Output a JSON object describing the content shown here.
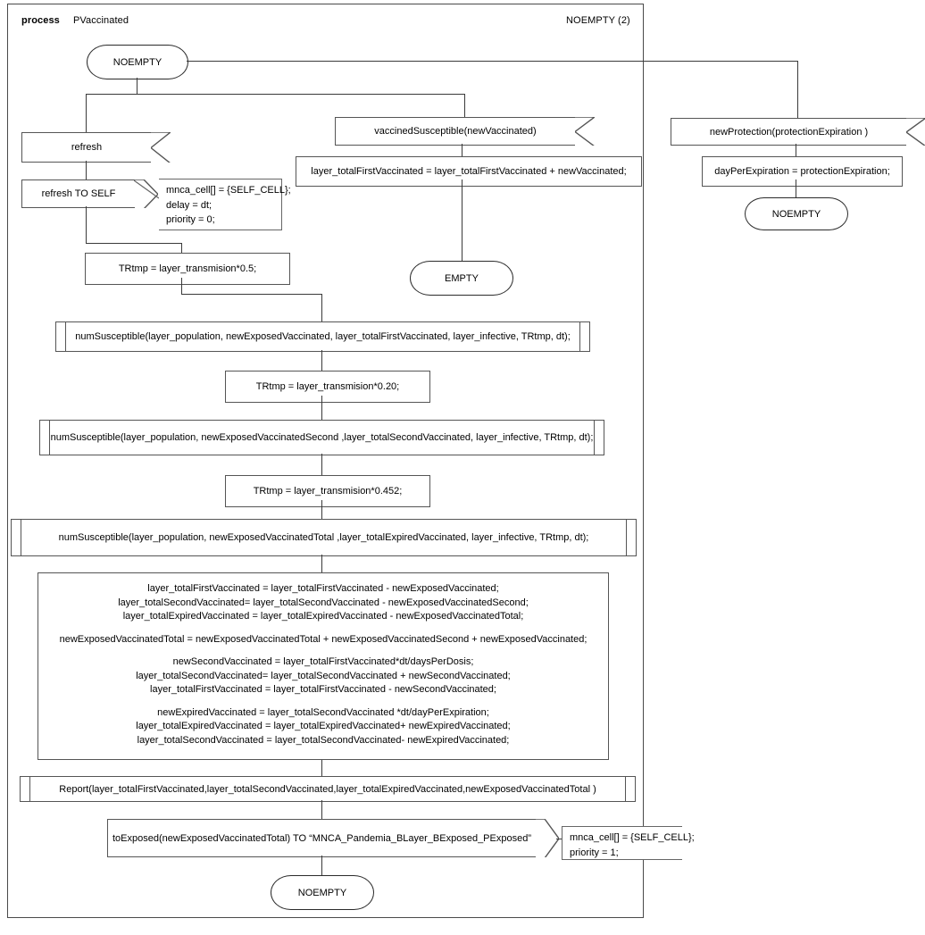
{
  "header": {
    "kind_label": "process",
    "process_name": "PVaccinated",
    "page_label": "NOEMPTY (2)"
  },
  "states": {
    "start": "NOEMPTY",
    "empty": "EMPTY",
    "protection_end": "NOEMPTY",
    "main_end": "NOEMPTY"
  },
  "inputs": {
    "refresh": "refresh",
    "vaccined_susceptible": "vaccinedSusceptible(newVaccinated)",
    "new_protection": "newProtection(protectionExpiration )"
  },
  "outputs": {
    "refresh_to_self": "refresh TO SELF",
    "to_exposed": "toExposed(newExposedVaccinatedTotal) TO “MNCA_Pandemia_BLayer_BExposed_PExposed”"
  },
  "comments": {
    "refresh_comment": [
      "mnca_cell[] = {SELF_CELL};",
      "delay = dt;",
      "priority = 0;"
    ],
    "exposed_comment": [
      "mnca_cell[] = {SELF_CELL};",
      "priority = 1;"
    ]
  },
  "tasks": {
    "first_vaccinated_sum": "layer_totalFirstVaccinated = layer_totalFirstVaccinated + newVaccinated;",
    "day_per_expiration": "dayPerExpiration = protectionExpiration;",
    "trtmp_05": "TRtmp  = layer_transmision*0.5;",
    "trtmp_020": "TRtmp = layer_transmision*0.20;",
    "trtmp_0452": "TRtmp = layer_transmision*0.452;"
  },
  "procedures": {
    "num_susceptible_first": "numSusceptible(layer_population, newExposedVaccinated, layer_totalFirstVaccinated, layer_infective, TRtmp, dt);",
    "num_susceptible_second": "numSusceptible(layer_population, newExposedVaccinatedSecond ,layer_totalSecondVaccinated, layer_infective, TRtmp, dt);",
    "num_susceptible_total": "numSusceptible(layer_population, newExposedVaccinatedTotal ,layer_totalExpiredVaccinated, layer_infective, TRtmp, dt);",
    "report": "Report(layer_totalFirstVaccinated,layer_totalSecondVaccinated,layer_totalExpiredVaccinated,newExposedVaccinatedTotal )"
  },
  "big_task": {
    "groups": [
      {
        "lines": [
          "layer_totalFirstVaccinated = layer_totalFirstVaccinated - newExposedVaccinated;",
          "layer_totalSecondVaccinated= layer_totalSecondVaccinated - newExposedVaccinatedSecond;",
          "layer_totalExpiredVaccinated = layer_totalExpiredVaccinated - newExposedVaccinatedTotal;"
        ]
      },
      {
        "lines": [
          "newExposedVaccinatedTotal = newExposedVaccinatedTotal + newExposedVaccinatedSecond  + newExposedVaccinated;"
        ]
      },
      {
        "lines": [
          "newSecondVaccinated = layer_totalFirstVaccinated*dt/daysPerDosis;",
          "layer_totalSecondVaccinated= layer_totalSecondVaccinated + newSecondVaccinated;",
          "layer_totalFirstVaccinated = layer_totalFirstVaccinated - newSecondVaccinated;"
        ]
      },
      {
        "lines": [
          "newExpiredVaccinated = layer_totalSecondVaccinated *dt/dayPerExpiration;",
          "layer_totalExpiredVaccinated = layer_totalExpiredVaccinated+ newExpiredVaccinated;",
          "layer_totalSecondVaccinated = layer_totalSecondVaccinated- newExpiredVaccinated;"
        ]
      }
    ]
  },
  "colors": {
    "stroke": "#555555",
    "line": "#3a3a3a",
    "state_stroke": "#2b2b2b",
    "background": "#ffffff"
  }
}
